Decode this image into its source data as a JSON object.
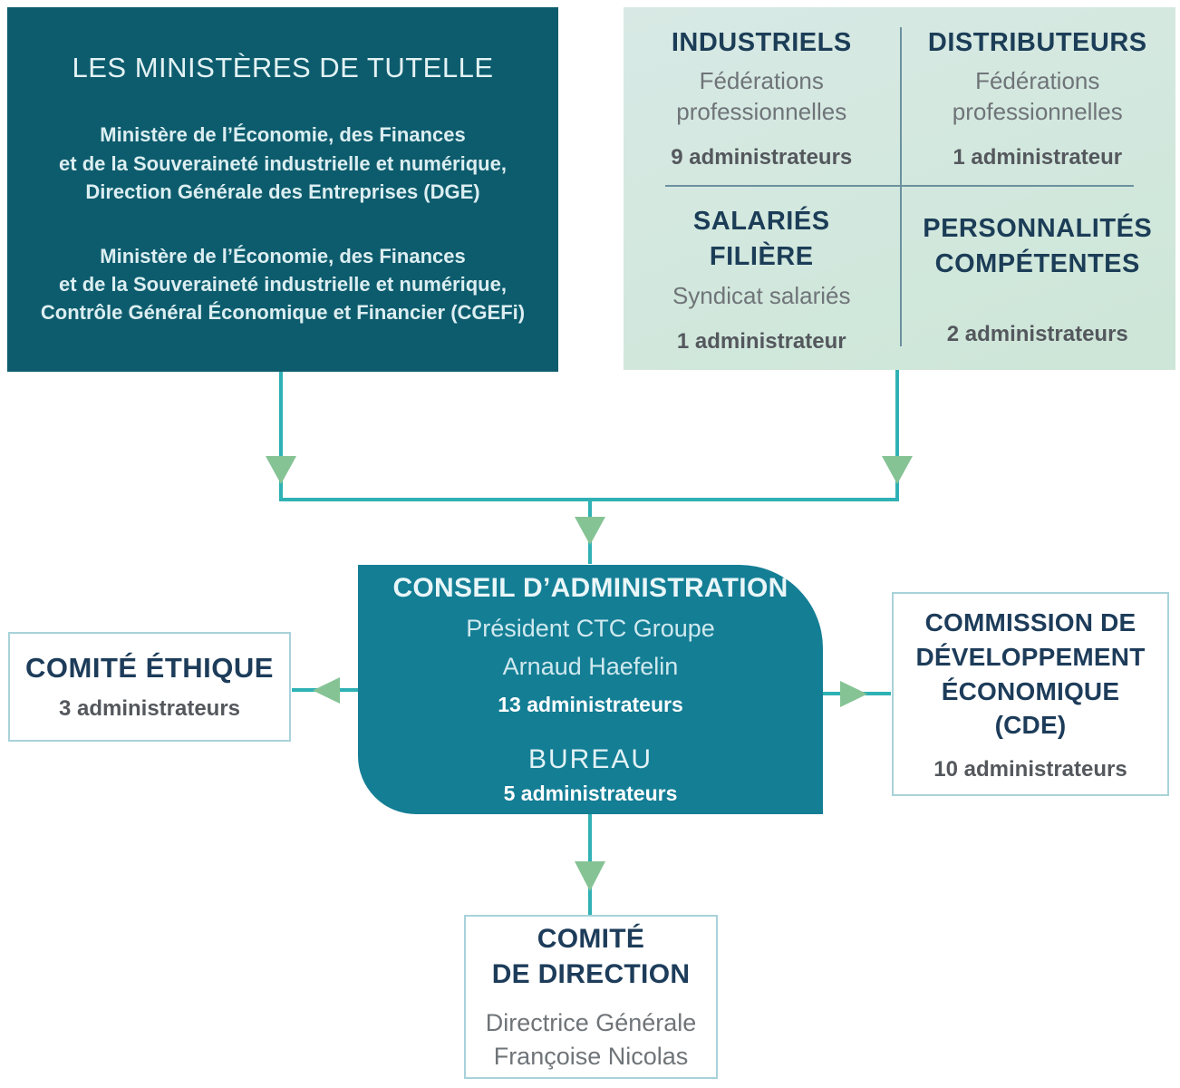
{
  "colors": {
    "dark_teal_box": "#0d5c6d",
    "teal_box": "#147e95",
    "mint_box": "#cfe6da",
    "connector_line": "#2fb1b5",
    "arrowhead_green": "#85c394",
    "heading_navy": "#1c3d57",
    "secondary_gray": "#6f7478",
    "count_gray": "#54585d",
    "light_border": "#a8d2da"
  },
  "ministries": {
    "title": "LES MINISTÈRES DE TUTELLE",
    "paragraph_dge": [
      "Ministère de l’Économie, des Finances",
      "et de la Souveraineté industrielle et numérique,",
      "Direction Générale des Entreprises (DGE)"
    ],
    "paragraph_cgefi": [
      "Ministère de l’Économie, des Finances",
      "et de la Souveraineté industrielle et numérique,",
      "Contrôle Général Économique et Financier (CGEFi)"
    ]
  },
  "college": {
    "quadrants": [
      {
        "title": [
          "INDUSTRIELS"
        ],
        "subtitle": [
          "Fédérations",
          "professionnelles"
        ],
        "count": "9 administrateurs"
      },
      {
        "title": [
          "DISTRIBUTEURS"
        ],
        "subtitle": [
          "Fédérations",
          "professionnelles"
        ],
        "count": "1 administrateur"
      },
      {
        "title": [
          "SALARIÉS",
          "FILIÈRE"
        ],
        "subtitle": [
          "Syndicat salariés"
        ],
        "count": "1 administrateur"
      },
      {
        "title": [
          "PERSONNALITÉS",
          "COMPÉTENTES"
        ],
        "subtitle": [],
        "count": "2 administrateurs"
      }
    ]
  },
  "board": {
    "title": "CONSEIL D’ADMINISTRATION",
    "president": [
      "Président CTC Groupe",
      "Arnaud Haefelin"
    ],
    "count": "13 administrateurs",
    "bureau_title": "BUREAU",
    "bureau_count": "5 administrateurs"
  },
  "ethics": {
    "title": "COMITÉ ÉTHIQUE",
    "count": "3 administrateurs"
  },
  "cde": {
    "title": [
      "COMMISSION DE",
      "DÉVELOPPEMENT",
      "ÉCONOMIQUE",
      "(CDE)"
    ],
    "count": "10 administrateurs"
  },
  "direction": {
    "title": [
      "COMITÉ",
      "DE DIRECTION"
    ],
    "subtitle": [
      "Directrice Générale",
      "Françoise Nicolas"
    ]
  }
}
